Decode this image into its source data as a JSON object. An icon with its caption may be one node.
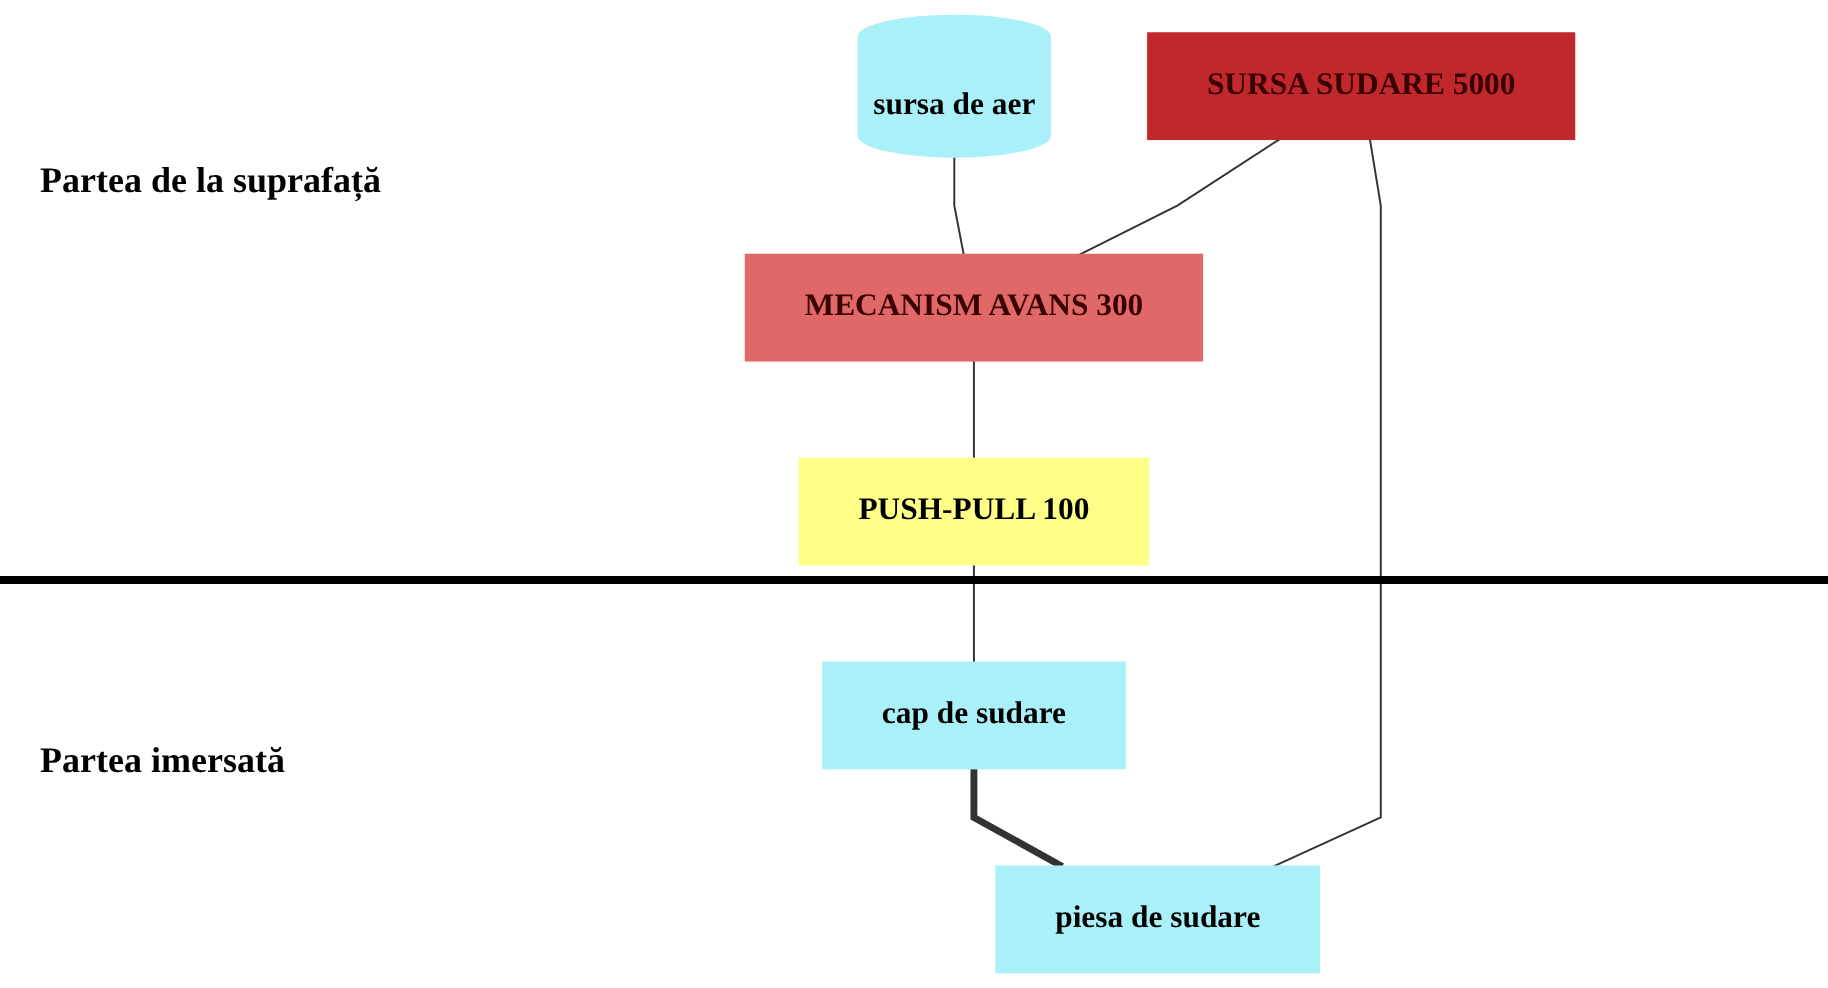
{
  "diagram": {
    "nodes": [
      {
        "text": [
          "sursa de aer"
        ]
      },
      {
        "text": [
          "SURSA SUDARE 5000"
        ]
      },
      {
        "text": [
          "MECANISM AVANS 300"
        ]
      },
      {
        "text": [
          "PUSH-PULL 100"
        ]
      },
      {
        "text": [
          "cap de sudare"
        ]
      },
      {
        "text": [
          "piesa de sudare"
        ]
      }
    ],
    "edges": [
      {
        "from": 0,
        "to": 2,
        "arrow": "none"
      },
      {
        "from": 1,
        "to": 2,
        "arrow": "none"
      },
      {
        "from": 2,
        "to": 3,
        "arrow": "none"
      },
      {
        "from": 1,
        "to": 5,
        "arrow": "none"
      },
      {
        "from": 3,
        "to": 4,
        "arrow": "none"
      },
      {
        "from": 4,
        "to": 5,
        "arrow": "none",
        "style": "thick"
      }
    ],
    "labels": [
      "Partea de la suprafață",
      "Partea imersată"
    ]
  }
}
